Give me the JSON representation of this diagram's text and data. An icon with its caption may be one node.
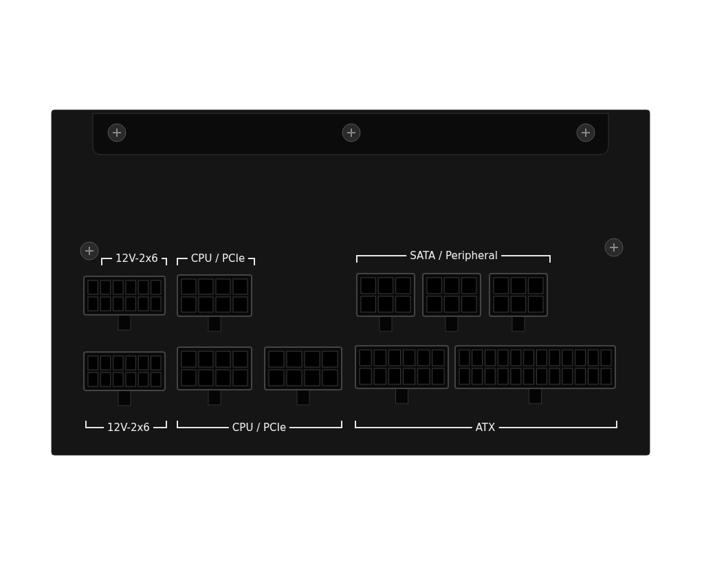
{
  "diagram": {
    "labels": [
      "12V-2x6",
      "CPU / PCIe",
      "SATA / Peripheral",
      "12V-2x6",
      "CPU / PCIe",
      "ATX"
    ]
  }
}
